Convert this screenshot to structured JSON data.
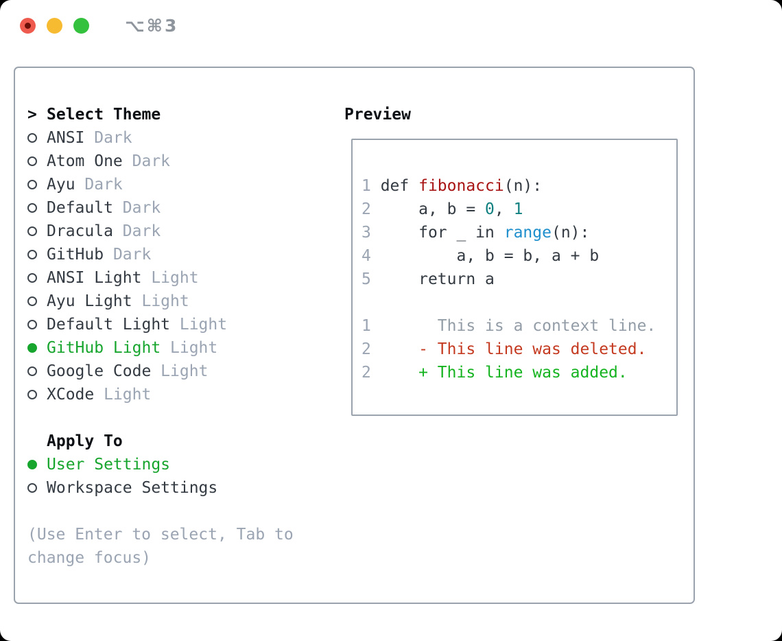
{
  "window": {
    "title": "⌥⌘3"
  },
  "colors": {
    "traffic_red": "#ef5a4e",
    "traffic_yellow": "#f7bb32",
    "traffic_green": "#33c13e",
    "border_gray": "#9aa3ad",
    "text_dark": "#333a42",
    "heading_black": "#0c0f13",
    "muted_gray": "#9aa4b2",
    "selected_green": "#17a52e",
    "added_green": "#14b31f",
    "deleted_red": "#c43a20",
    "function_red": "#a81414",
    "number_teal": "#0f7f7f",
    "builtin_blue": "#1e8fcc",
    "context_gray": "#939da7"
  },
  "left": {
    "prompt_marker": ">",
    "title": "Select Theme",
    "themes": [
      {
        "name": "ANSI",
        "variant": "Dark",
        "selected": false
      },
      {
        "name": "Atom One",
        "variant": "Dark",
        "selected": false
      },
      {
        "name": "Ayu",
        "variant": "Dark",
        "selected": false
      },
      {
        "name": "Default",
        "variant": "Dark",
        "selected": false
      },
      {
        "name": "Dracula",
        "variant": "Dark",
        "selected": false
      },
      {
        "name": "GitHub",
        "variant": "Dark",
        "selected": false
      },
      {
        "name": "ANSI Light",
        "variant": "Light",
        "selected": false
      },
      {
        "name": "Ayu Light",
        "variant": "Light",
        "selected": false
      },
      {
        "name": "Default Light",
        "variant": "Light",
        "selected": false
      },
      {
        "name": "GitHub Light",
        "variant": "Light",
        "selected": true
      },
      {
        "name": "Google Code",
        "variant": "Light",
        "selected": false
      },
      {
        "name": "XCode",
        "variant": "Light",
        "selected": false
      }
    ],
    "apply_to_title": "Apply To",
    "apply_options": [
      {
        "name": "User Settings",
        "selected": true
      },
      {
        "name": "Workspace Settings",
        "selected": false
      }
    ],
    "hint": "(Use Enter to select, Tab to change focus)"
  },
  "preview": {
    "title": "Preview",
    "code_lines": [
      [
        {
          "text": "1 ",
          "cls": "linenum"
        },
        {
          "text": "def ",
          "cls": "plain"
        },
        {
          "text": "fibonacci",
          "cls": "function"
        },
        {
          "text": "(n):",
          "cls": "plain"
        }
      ],
      [
        {
          "text": "2 ",
          "cls": "linenum"
        },
        {
          "text": "    a, b = ",
          "cls": "plain"
        },
        {
          "text": "0",
          "cls": "number"
        },
        {
          "text": ", ",
          "cls": "plain"
        },
        {
          "text": "1",
          "cls": "number"
        }
      ],
      [
        {
          "text": "3 ",
          "cls": "linenum"
        },
        {
          "text": "    for _ in ",
          "cls": "plain"
        },
        {
          "text": "range",
          "cls": "builtin"
        },
        {
          "text": "(n):",
          "cls": "plain"
        }
      ],
      [
        {
          "text": "4 ",
          "cls": "linenum"
        },
        {
          "text": "        a, b = b, a + b",
          "cls": "plain"
        }
      ],
      [
        {
          "text": "5 ",
          "cls": "linenum"
        },
        {
          "text": "    return a",
          "cls": "plain"
        }
      ],
      [],
      [
        {
          "text": "1 ",
          "cls": "linenum"
        },
        {
          "text": "      This is a context line.",
          "cls": "context"
        }
      ],
      [
        {
          "text": "2 ",
          "cls": "linenum"
        },
        {
          "text": "    - This line was deleted.",
          "cls": "deleted"
        }
      ],
      [
        {
          "text": "2 ",
          "cls": "linenum"
        },
        {
          "text": "    + This line was added.",
          "cls": "added"
        }
      ]
    ]
  }
}
